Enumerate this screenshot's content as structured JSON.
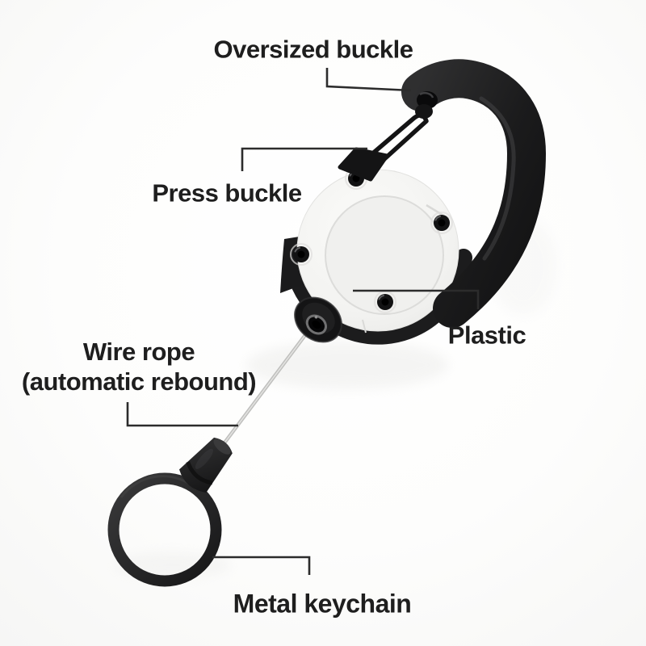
{
  "figure": {
    "type": "annotated-product-photo",
    "subject": "Retractable keychain carabiner with labeled parts",
    "background_color": "#fbfbfa"
  },
  "palette": {
    "hardware_black": "#1c1c1d",
    "housing_white": "#f3f3f1",
    "wire_gray": "#c5c5c3",
    "label_text": "#1e1e1e",
    "leader_line": "#2c2c2c"
  },
  "callouts": {
    "oversized_buckle": {
      "lines": [
        "Oversized buckle"
      ]
    },
    "press_buckle": {
      "lines": [
        "Press buckle"
      ]
    },
    "wire_rope": {
      "lines": [
        "Wire rope",
        "(automatic rebound)"
      ]
    },
    "plastic": {
      "lines": [
        "Plastic"
      ]
    },
    "metal_keychain": {
      "lines": [
        "Metal keychain"
      ]
    }
  },
  "parts": [
    "carabiner-hook",
    "press-gate-wire",
    "plastic-reel-housing",
    "screws",
    "cord-grommet",
    "wire-rope",
    "cord-stopper",
    "metal-key-ring"
  ]
}
